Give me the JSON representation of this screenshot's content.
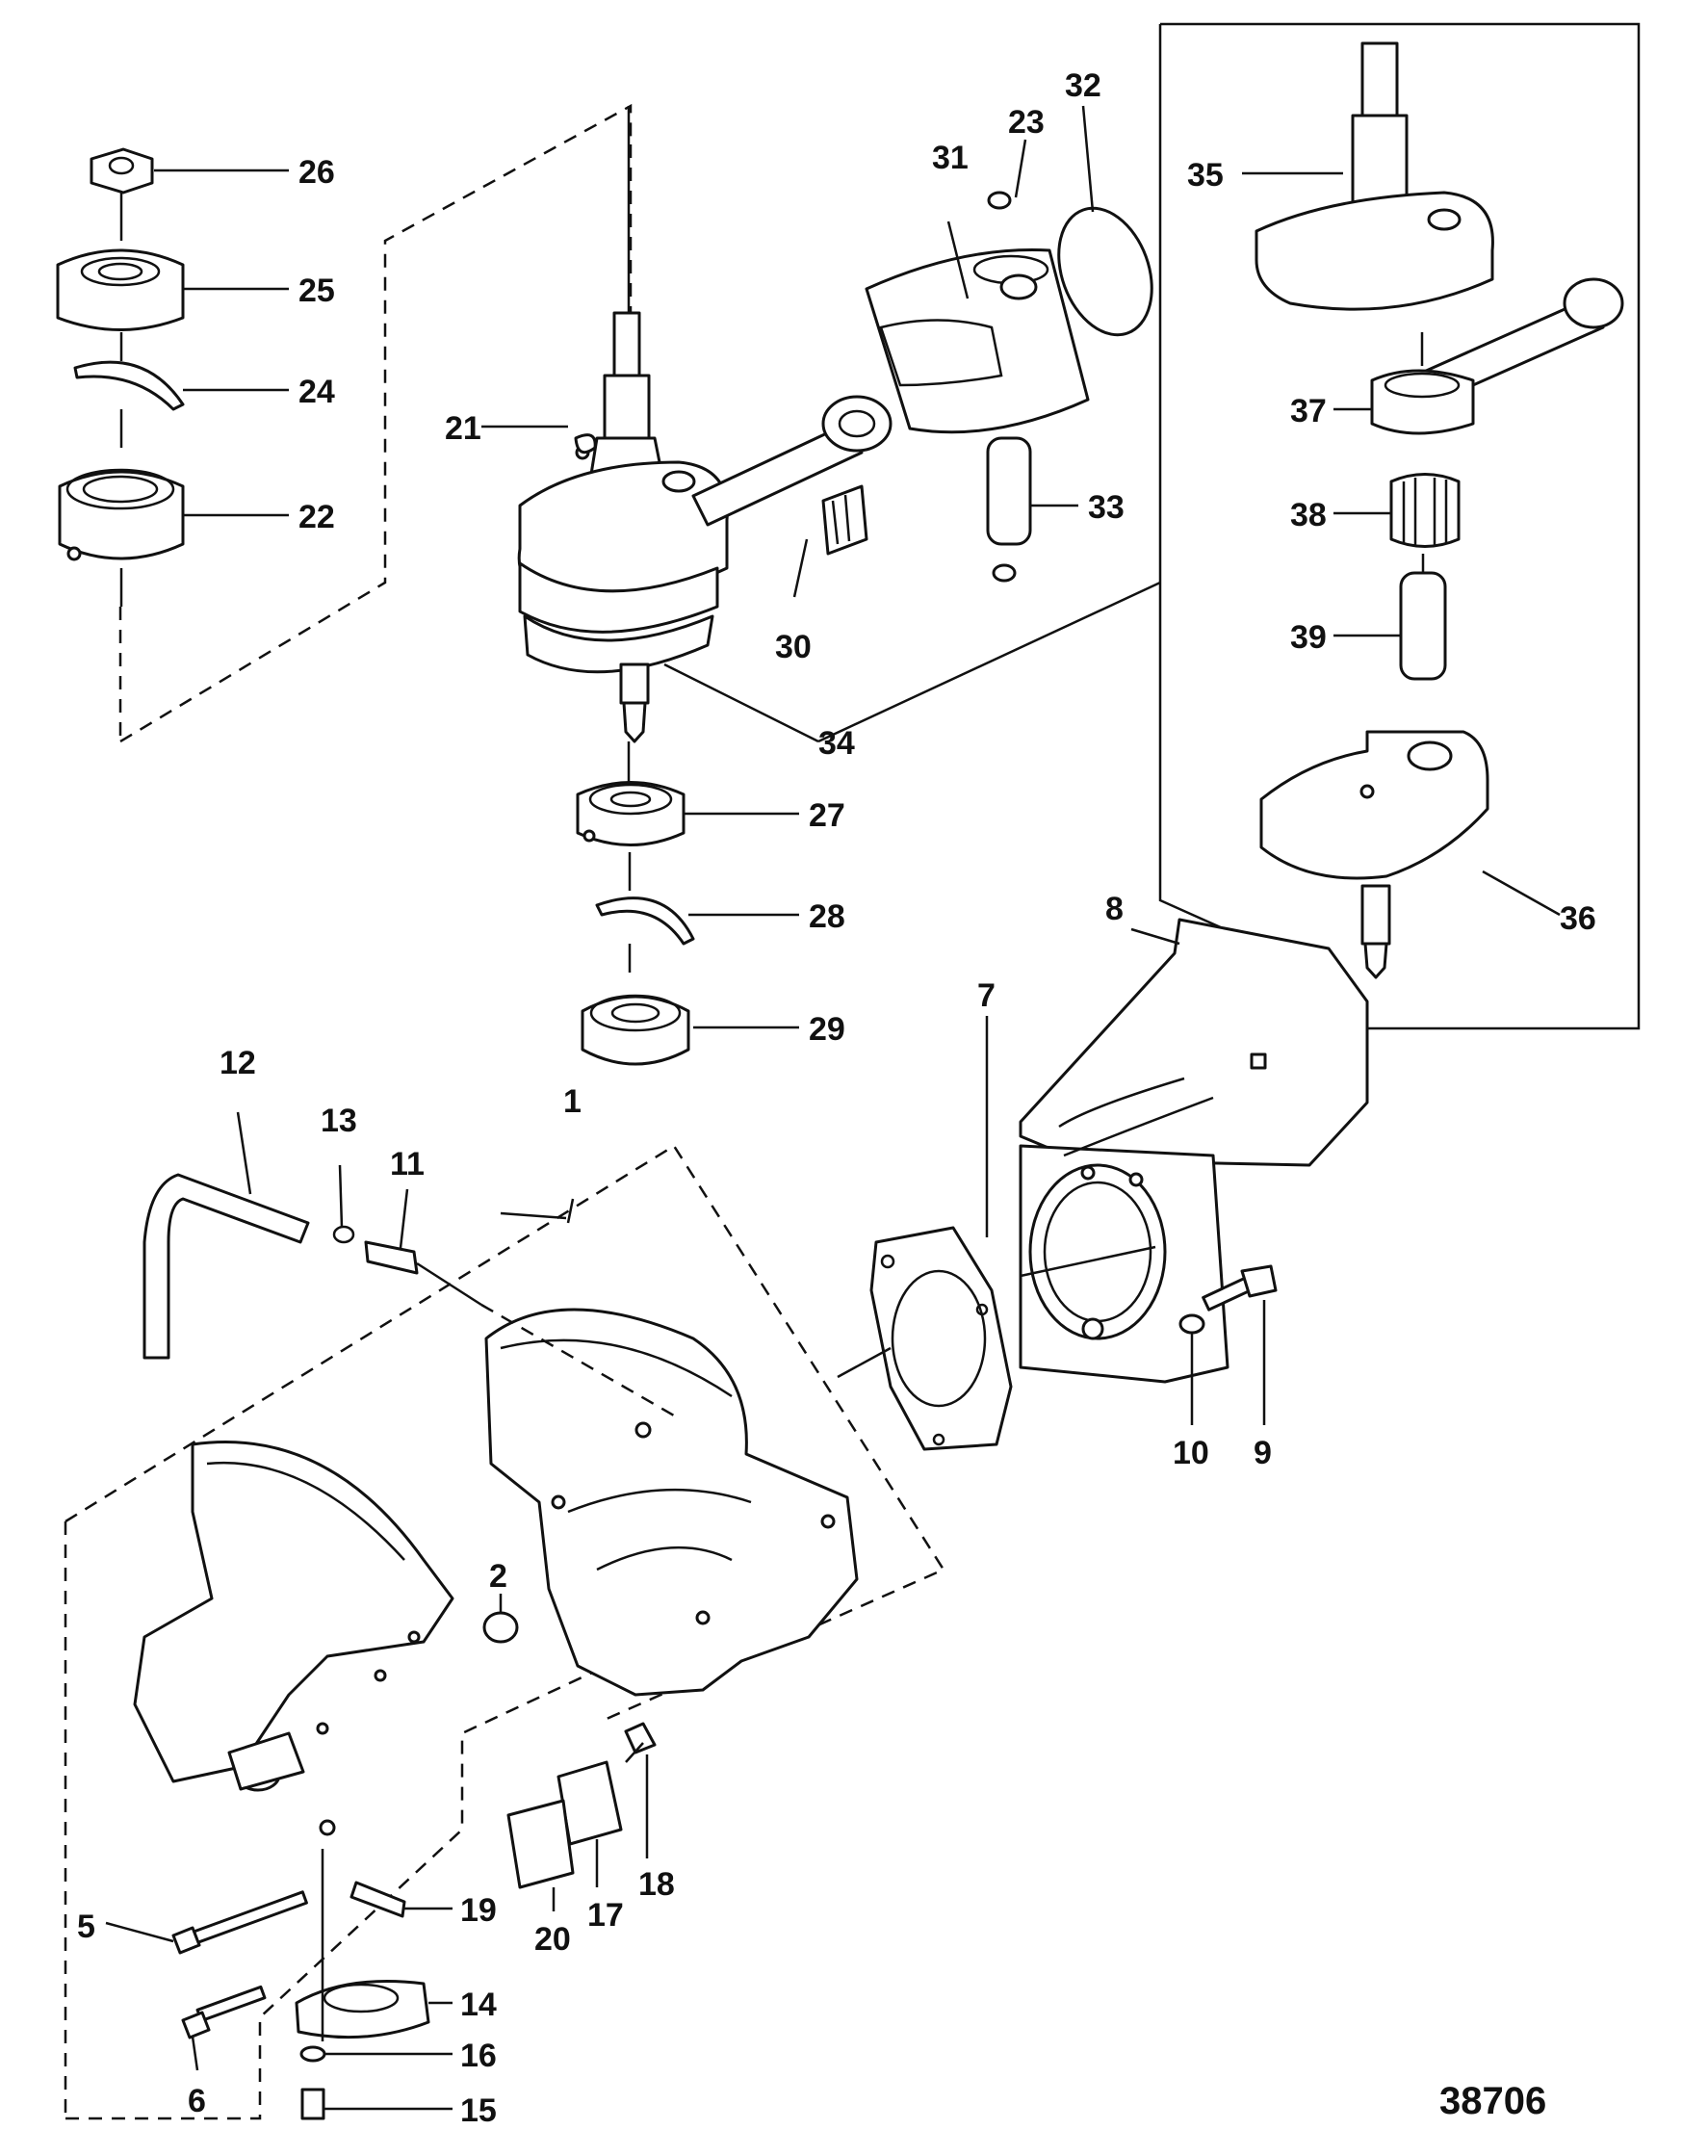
{
  "figure_id": "38706",
  "callouts": [
    {
      "n": "1"
    },
    {
      "n": "2"
    },
    {
      "n": "5"
    },
    {
      "n": "6"
    },
    {
      "n": "7"
    },
    {
      "n": "8"
    },
    {
      "n": "9"
    },
    {
      "n": "10"
    },
    {
      "n": "11"
    },
    {
      "n": "12"
    },
    {
      "n": "13"
    },
    {
      "n": "14"
    },
    {
      "n": "15"
    },
    {
      "n": "16"
    },
    {
      "n": "17"
    },
    {
      "n": "18"
    },
    {
      "n": "19"
    },
    {
      "n": "20"
    },
    {
      "n": "21"
    },
    {
      "n": "22"
    },
    {
      "n": "23"
    },
    {
      "n": "24"
    },
    {
      "n": "25"
    },
    {
      "n": "26"
    },
    {
      "n": "27"
    },
    {
      "n": "28"
    },
    {
      "n": "29"
    },
    {
      "n": "30"
    },
    {
      "n": "31"
    },
    {
      "n": "32"
    },
    {
      "n": "33"
    },
    {
      "n": "34"
    },
    {
      "n": "35"
    },
    {
      "n": "36"
    },
    {
      "n": "37"
    },
    {
      "n": "38"
    },
    {
      "n": "39"
    }
  ]
}
